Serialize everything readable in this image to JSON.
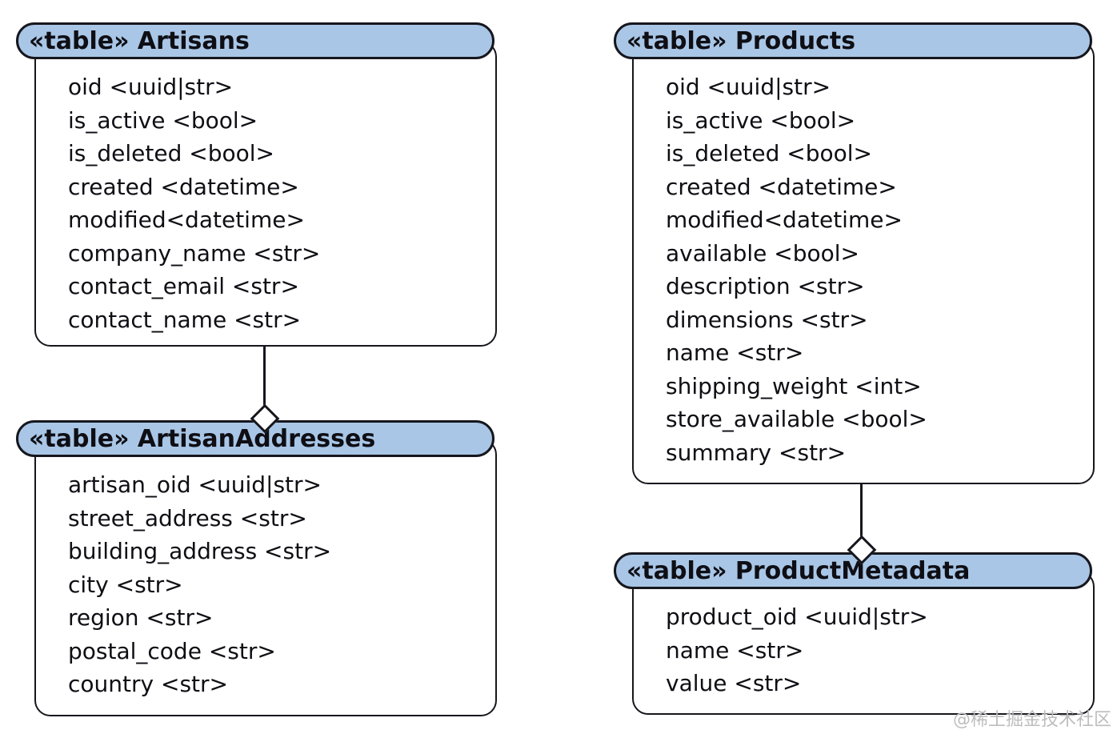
{
  "diagram": {
    "colors": {
      "header_fill": "#a9c6e6",
      "line_color": "#16161d",
      "body_fill": "#ffffff"
    },
    "tables": {
      "artisans": {
        "title": "«table» Artisans",
        "fields": [
          "oid <uuid|str>",
          "is_active <bool>",
          "is_deleted <bool>",
          "created <datetime>",
          "modified<datetime>",
          "company_name <str>",
          "contact_email <str>",
          "contact_name <str>"
        ]
      },
      "artisan_addresses": {
        "title": "«table» ArtisanAddresses",
        "fields": [
          "artisan_oid <uuid|str>",
          "street_address <str>",
          "building_address <str>",
          "city <str>",
          "region <str>",
          "postal_code <str>",
          "country <str>"
        ]
      },
      "products": {
        "title": "«table» Products",
        "fields": [
          "oid <uuid|str>",
          "is_active <bool>",
          "is_deleted <bool>",
          "created <datetime>",
          "modified<datetime>",
          "available <bool>",
          "description <str>",
          "dimensions <str>",
          "name <str>",
          "shipping_weight <int>",
          "store_available <bool>",
          "summary <str>"
        ]
      },
      "product_metadata": {
        "title": "«table» ProductMetadata",
        "fields": [
          "product_oid <uuid|str>",
          "name <str>",
          "value <str>"
        ]
      }
    },
    "relations": [
      {
        "from": "Artisans",
        "to": "ArtisanAddresses",
        "type": "aggregation"
      },
      {
        "from": "Products",
        "to": "ProductMetadata",
        "type": "aggregation"
      }
    ]
  },
  "watermark": "@稀土掘金技术社区"
}
